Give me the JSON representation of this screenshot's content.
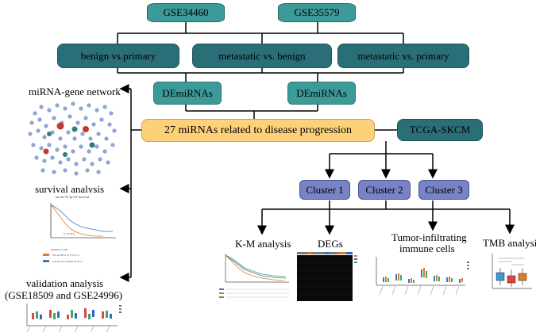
{
  "datasets": {
    "left": "GSE34460",
    "right": "GSE35579"
  },
  "comparisons": {
    "c1": "benign vs.primary",
    "c2": "metastatic vs. benign",
    "c3": "metastatic vs. primary"
  },
  "demirnas": {
    "left": "DEmiRNAs",
    "right": "DEmiRNAs"
  },
  "central": "27 miRNAs related to disease progression",
  "tcga": "TCGA-SKCM",
  "clusters": {
    "c1": "Cluster 1",
    "c2": "Cluster 2",
    "c3": "Cluster 3"
  },
  "left_panel": {
    "network": "miRNA-gene network",
    "survival": "survival analysis",
    "validation_line1": "validation analysis",
    "validation_line2": "(GSE18509 and GSE24996)"
  },
  "bottom_panel": {
    "km": "K-M analysis",
    "degs": "DEGs",
    "immune_line1": "Tumor-infiltrating",
    "immune_line2": "immune cells",
    "tmb": "TMB analysis"
  },
  "colors": {
    "dataset": "#3c9a99",
    "comparison": "#2a6f78",
    "demirna": "#3c9a99",
    "central": "#fed07a",
    "cluster": "#7783c4",
    "tcga": "#2a6f78"
  }
}
